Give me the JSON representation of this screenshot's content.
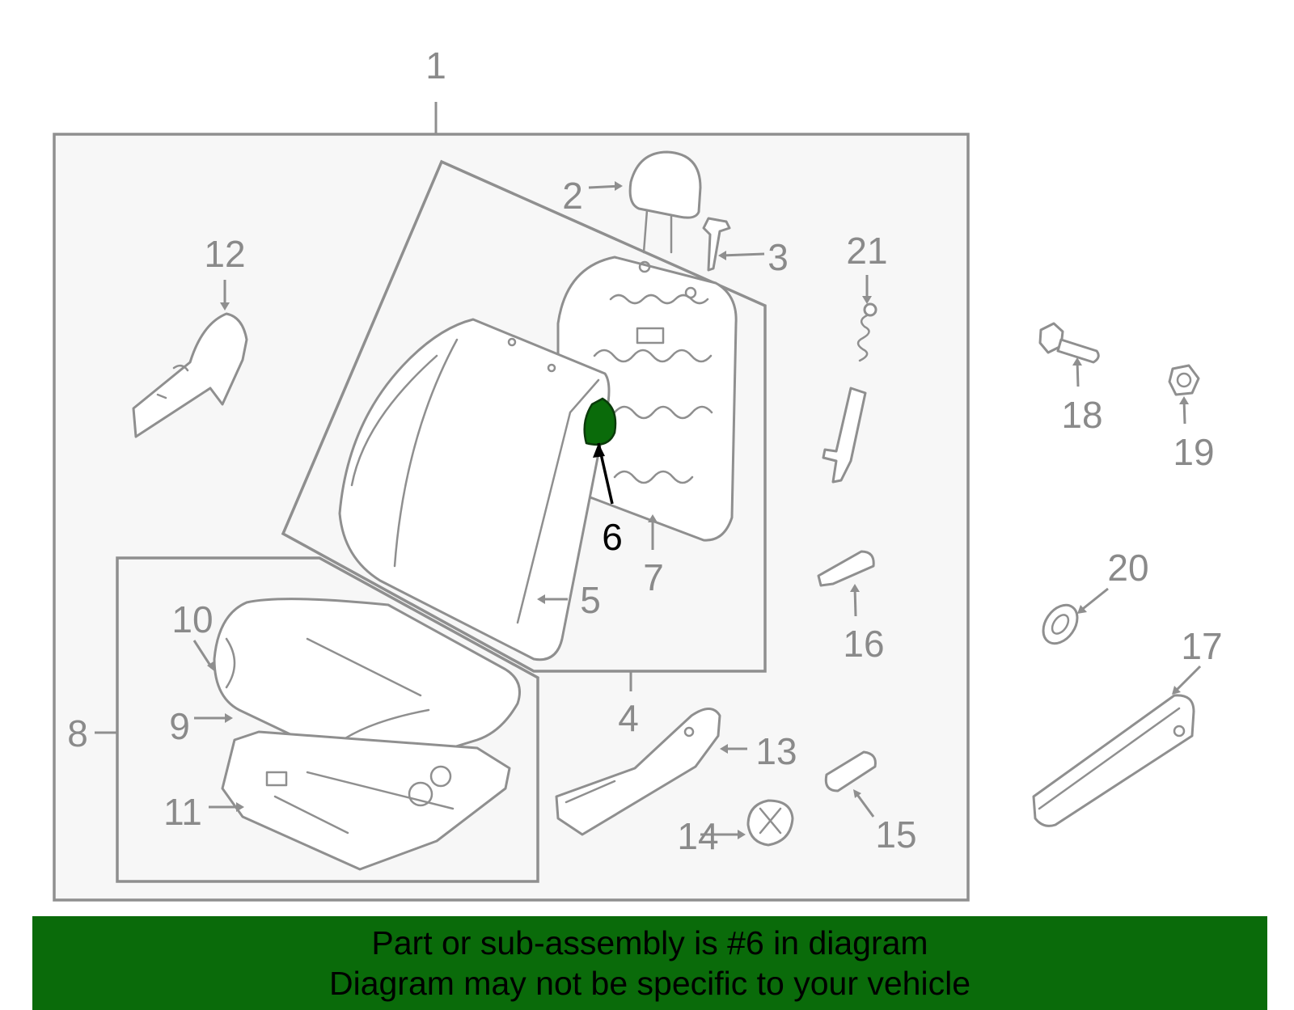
{
  "diagram": {
    "highlight_color": "#0a6b0a",
    "highlighted_part": "6",
    "callouts": {
      "p1": "1",
      "p2": "2",
      "p3": "3",
      "p4": "4",
      "p5": "5",
      "p6": "6",
      "p7": "7",
      "p8": "8",
      "p9": "9",
      "p10": "10",
      "p11": "11",
      "p12": "12",
      "p13": "13",
      "p14": "14",
      "p15": "15",
      "p16": "16",
      "p17": "17",
      "p18": "18",
      "p19": "19",
      "p20": "20",
      "p21": "21"
    }
  },
  "banner": {
    "line1": "Part or sub-assembly is #6 in diagram",
    "line2": "Diagram may not be specific to your vehicle",
    "background": "#0a6b0a"
  }
}
